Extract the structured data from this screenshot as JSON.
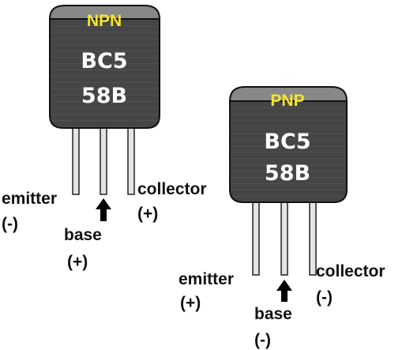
{
  "colors": {
    "body": "#454545",
    "cap": "#888888",
    "type_label": "#f5e623",
    "leg": "#e4e4e4"
  },
  "npn": {
    "type_label": "NPN",
    "part_line1": "BC5",
    "part_line2": "58B",
    "emitter": {
      "name": "emitter",
      "polarity": "(-)"
    },
    "base": {
      "name": "base",
      "polarity": "(+)"
    },
    "collector": {
      "name": "collector",
      "polarity": "(+)"
    }
  },
  "pnp": {
    "type_label": "PNP",
    "part_line1": "BC5",
    "part_line2": "58B",
    "emitter": {
      "name": "emitter",
      "polarity": "(+)"
    },
    "base": {
      "name": "base",
      "polarity": "(-)"
    },
    "collector": {
      "name": "collector",
      "polarity": "(-)"
    }
  },
  "icons": {
    "base_pointer": "up-arrow-icon"
  }
}
